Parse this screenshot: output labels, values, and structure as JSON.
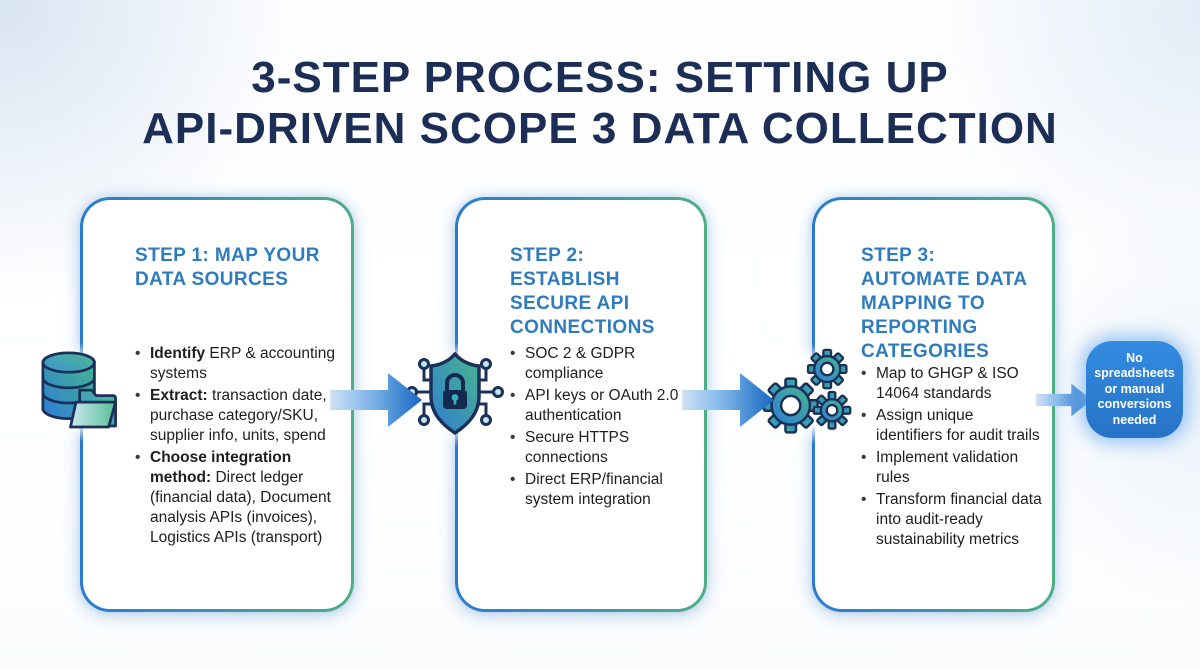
{
  "title": {
    "line1": "3-STEP PROCESS: SETTING UP",
    "line2": "API-DRIVEN SCOPE 3 DATA COLLECTION"
  },
  "cards": [
    {
      "heading": "STEP 1: MAP YOUR DATA SOURCES",
      "icon": "database-folder-icon",
      "bullets": [
        {
          "bold": "Identify",
          "rest": " ERP & accounting systems"
        },
        {
          "bold": "Extract:",
          "rest": " transaction date, purchase category/SKU, supplier info, units, spend"
        },
        {
          "bold": "Choose integration method:",
          "rest": " Direct ledger (financial data), Document analysis APIs (invoices), Logistics APIs (transport)"
        }
      ]
    },
    {
      "heading": "STEP 2: ESTABLISH SECURE API CONNECTIONS",
      "icon": "shield-lock-network-icon",
      "bullets": [
        {
          "bold": "",
          "rest": "SOC 2 & GDPR compliance"
        },
        {
          "bold": "",
          "rest": "API keys or OAuth 2.0 authentication"
        },
        {
          "bold": "",
          "rest": "Secure HTTPS connections"
        },
        {
          "bold": "",
          "rest": "Direct ERP/financial system integration"
        }
      ]
    },
    {
      "heading": "STEP 3: AUTOMATE DATA MAPPING TO REPORTING CATEGORIES",
      "icon": "gears-icon",
      "bullets": [
        {
          "bold": "",
          "rest": "Map to GHGP & ISO 14064 standards"
        },
        {
          "bold": "",
          "rest": "Assign unique identifiers for audit trails"
        },
        {
          "bold": "",
          "rest": "Implement validation rules"
        },
        {
          "bold": "",
          "rest": "Transform financial data into audit-ready sustainability metrics"
        }
      ]
    }
  ],
  "result_box": {
    "text": "No spreadsheets or manual conversions needed"
  },
  "icons": {
    "flow_arrow": "right-arrow-icon",
    "step1": "database-folder-icon",
    "step2": "shield-lock-network-icon",
    "step3": "gears-icon"
  },
  "colors": {
    "title_navy": "#1c2e55",
    "heading_blue": "#2e7cbe",
    "border_blue": "#2a7bd0",
    "border_green": "#4fae85",
    "arrow_blue": "#1d72d2",
    "result_box_blue": "#2c7ed4",
    "icon_outline_navy": "#1b3058"
  }
}
